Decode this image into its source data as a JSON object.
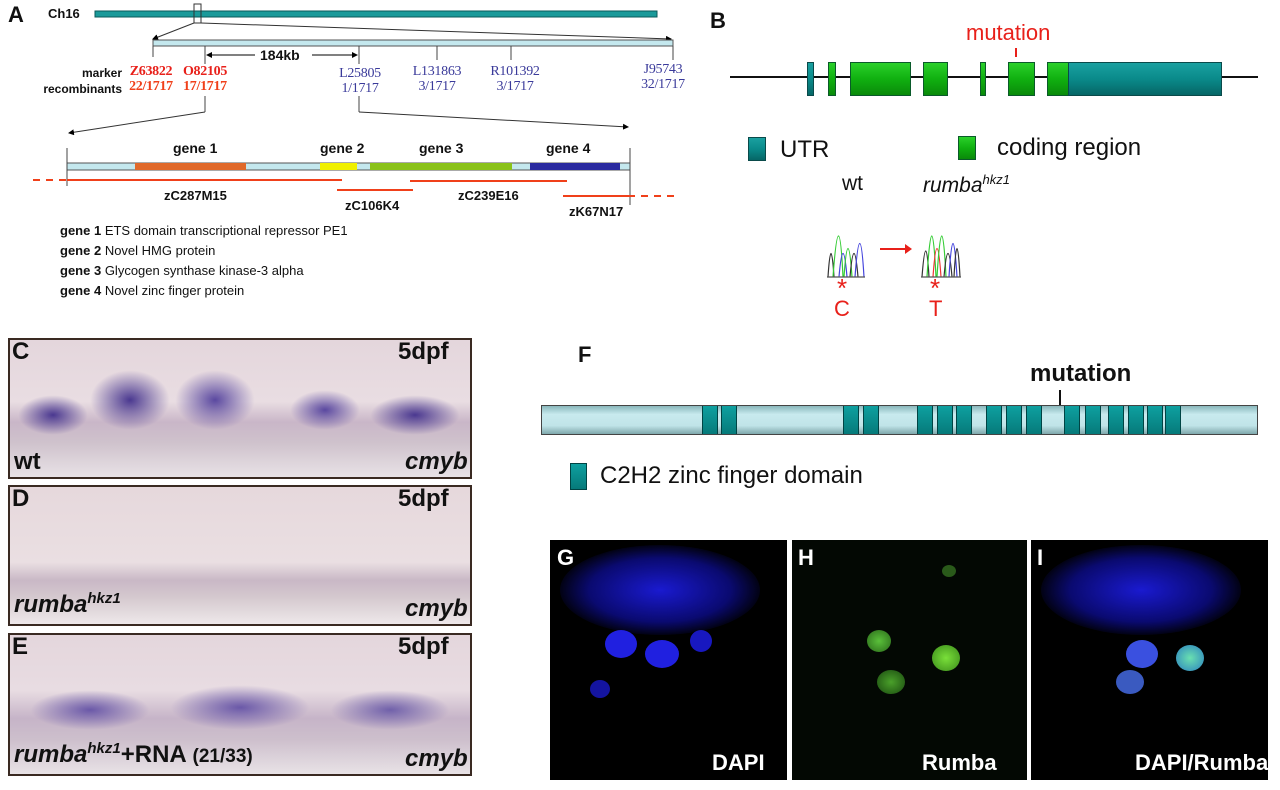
{
  "panel_a": {
    "label": "A",
    "chromosome": "Ch16",
    "distance": "184kb",
    "row_label_1": "marker",
    "row_label_2": "recombinants",
    "markers": [
      {
        "name": "Z63822",
        "ratio": "22/1717"
      },
      {
        "name": "O82105",
        "ratio": "17/1717"
      },
      {
        "name": "L25805",
        "ratio": "1/1717"
      },
      {
        "name": "L131863",
        "ratio": "3/1717"
      },
      {
        "name": "R101392",
        "ratio": "3/1717"
      },
      {
        "name": "J95743",
        "ratio": "32/1717"
      }
    ],
    "genes": [
      "gene 1",
      "gene 2",
      "gene 3",
      "gene 4"
    ],
    "clones": [
      "zC287M15",
      "zC106K4",
      "zC239E16",
      "zK67N17"
    ],
    "gene_list": [
      {
        "gene": "gene 1",
        "desc": "ETS domain transcriptional repressor PE1"
      },
      {
        "gene": "gene 2",
        "desc": "Novel HMG protein"
      },
      {
        "gene": "gene 3",
        "desc": "Glycogen synthase kinase-3 alpha"
      },
      {
        "gene": "gene 4",
        "desc": "Novel zinc finger protein"
      }
    ]
  },
  "panel_b": {
    "label": "B",
    "mutation": "mutation",
    "legend_utr": "UTR",
    "legend_coding": "coding region",
    "wt": "wt",
    "mutant": "rumba",
    "mutant_sup": "hkz1",
    "star": "*",
    "wt_base": "C",
    "mut_base": "T"
  },
  "panel_c": {
    "label": "C",
    "stage": "5dpf",
    "genotype": "wt",
    "probe": "cmyb"
  },
  "panel_d": {
    "label": "D",
    "stage": "5dpf",
    "genotype": "rumba",
    "sup": "hkz1",
    "probe": "cmyb"
  },
  "panel_e": {
    "label": "E",
    "stage": "5dpf",
    "genotype": "rumba",
    "sup": "hkz1",
    "rescue": "+RNA",
    "count": "(21/33)",
    "probe": "cmyb"
  },
  "panel_f": {
    "label": "F",
    "mutation": "mutation",
    "legend": "C2H2 zinc finger domain"
  },
  "panel_g": {
    "label": "G",
    "stain": "DAPI"
  },
  "panel_h": {
    "label": "H",
    "stain": "Rumba"
  },
  "panel_i": {
    "label": "I",
    "stain": "DAPI/Rumba"
  },
  "colors": {
    "red": "#e8201a",
    "blue": "#3a3a9a",
    "teal": "#0a8a8a",
    "green": "#10b010"
  }
}
